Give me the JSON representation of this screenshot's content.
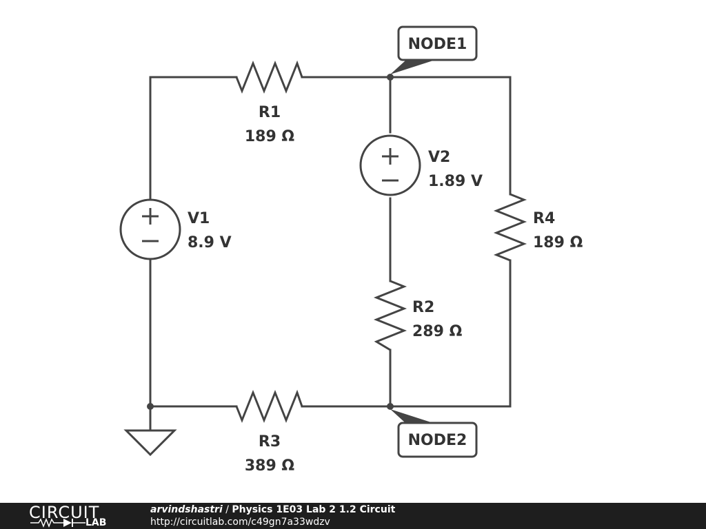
{
  "components": {
    "r1": {
      "name": "R1",
      "value": "189 Ω"
    },
    "r2": {
      "name": "R2",
      "value": "289 Ω"
    },
    "r3": {
      "name": "R3",
      "value": "389 Ω"
    },
    "r4": {
      "name": "R4",
      "value": "189 Ω"
    },
    "v1": {
      "name": "V1",
      "value": "8.9 V"
    },
    "v2": {
      "name": "V2",
      "value": "1.89 V"
    }
  },
  "nodes": {
    "node1": "NODE1",
    "node2": "NODE2"
  },
  "footer": {
    "logo_top": "CIRCUIT",
    "logo_bottom": "LAB",
    "author": "arvindshastri",
    "separator": " / ",
    "title": "Physics 1E03 Lab 2 1.2 Circuit",
    "url": "http://circuitlab.com/c49gn7a33wdzv"
  },
  "colors": {
    "ink": "#444444",
    "footer_bg": "#1e1e1e"
  }
}
